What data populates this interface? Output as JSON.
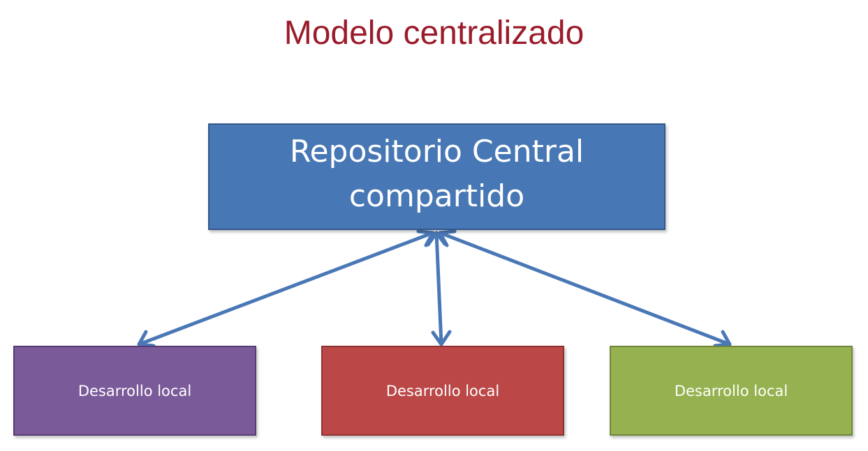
{
  "title": "Modelo centralizado",
  "central": {
    "line1": "Repositorio Central",
    "line2": "compartido",
    "color": "#4777b4"
  },
  "locals": [
    {
      "label": "Desarrollo local",
      "color": "#7b5a9a"
    },
    {
      "label": "Desarrollo local",
      "color": "#bc4747"
    },
    {
      "label": "Desarrollo local",
      "color": "#96b14f"
    }
  ],
  "connector_color": "#4a78b6",
  "connectors": "bidirectional"
}
